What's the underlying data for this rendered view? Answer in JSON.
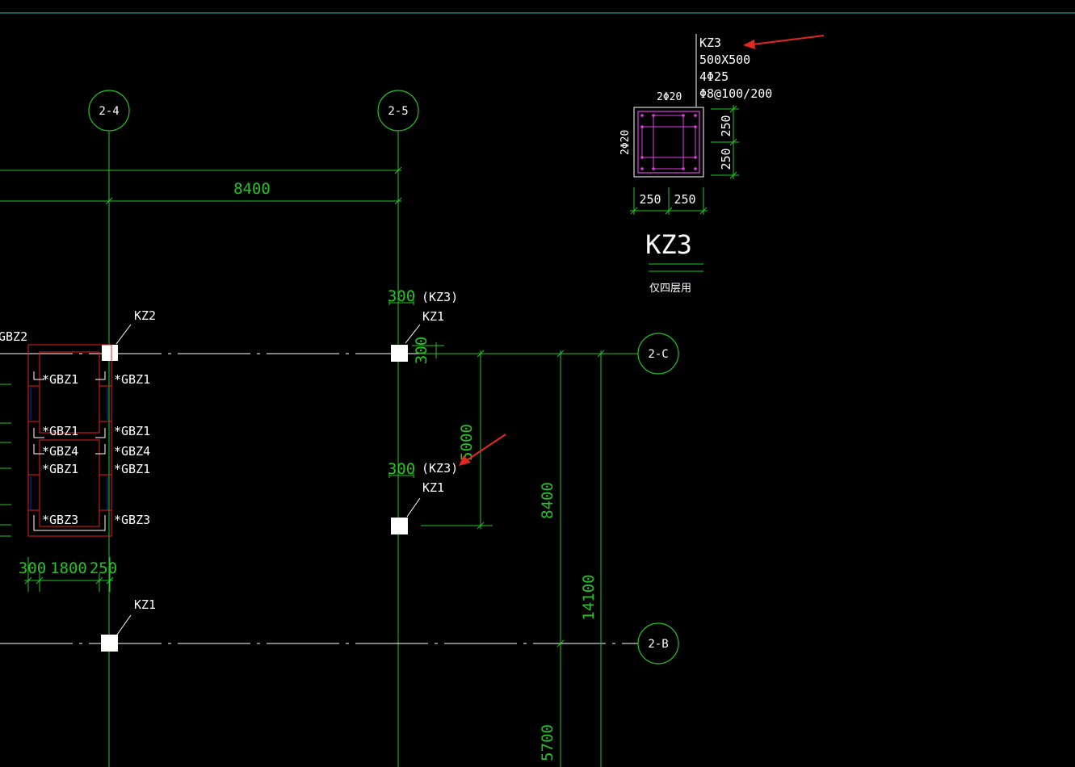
{
  "axes": {
    "a24": "2-4",
    "a25": "2-5",
    "a2c": "2-C",
    "a2b": "2-B"
  },
  "dims": {
    "top_span": "8400",
    "d300_a": "300",
    "d300_b": "300",
    "d300_c": "300",
    "d5000": "5000",
    "d8400_v": "8400",
    "d14100": "14100",
    "d5700": "5700",
    "left_300": "300",
    "left_1800": "1800",
    "left_250": "250",
    "sec_250_r1": "250",
    "sec_250_r2": "250",
    "sec_250_b1": "250",
    "sec_250_b2": "250"
  },
  "labels": {
    "kz2": "KZ2",
    "kz1_top": "KZ1",
    "kz3_top": "(KZ3)",
    "kz1_mid": "KZ1",
    "kz3_mid": "(KZ3)",
    "kz1_bot": "KZ1",
    "gbz2": "GBZ2",
    "gbz1_a": "*GBZ1",
    "gbz1_b": "*GBZ1",
    "gbz1_c": "*GBZ1",
    "gbz1_d": "*GBZ1",
    "gbz4_a": "*GBZ4",
    "gbz4_b": "*GBZ4",
    "gbz1_e": "*GBZ1",
    "gbz1_f": "*GBZ1",
    "gbz3_a": "*GBZ3",
    "gbz3_b": "*GBZ3"
  },
  "section": {
    "name": "KZ3",
    "size": "500X500",
    "main_bars": "4Φ25",
    "stirrups": "Φ8@100/200",
    "top_bars": "2Φ20",
    "side_bars": "2Φ20",
    "title": "KZ3",
    "note": "仅四层用"
  },
  "colors": {
    "background": "#000000",
    "grid_line": "#ffffff",
    "dimension": "#22c522",
    "wall_outline": "#e02020",
    "wall_inner": "#2020d0",
    "section_box": "#e040e0",
    "arrow": "#e02a20",
    "top_border": "#40b0b0"
  }
}
